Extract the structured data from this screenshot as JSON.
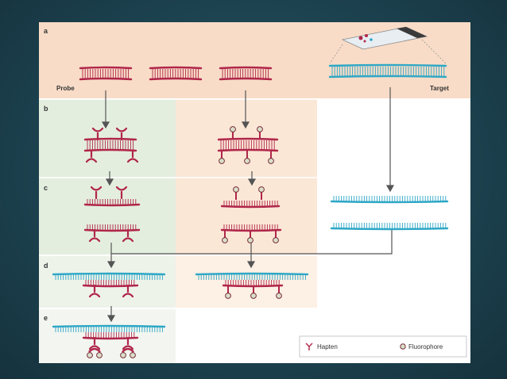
{
  "figure": {
    "panels": [
      {
        "id": "a",
        "label": "a"
      },
      {
        "id": "b",
        "label": "b"
      },
      {
        "id": "c",
        "label": "c"
      },
      {
        "id": "d",
        "label": "d"
      },
      {
        "id": "e",
        "label": "e"
      }
    ],
    "labels": {
      "probe": "Probe",
      "target": "Target"
    },
    "legend": {
      "hapten": "Hapten",
      "fluorophore": "Fluorophore"
    },
    "colors": {
      "background": "#1d4350",
      "panel_a": "#f8dcc7",
      "hapten_column": "#e4eedf",
      "fluoro_column": "#fbe7d6",
      "probe_strand": "#b0264a",
      "target_strand": "#2fa7c6",
      "slide": "#3a3a3a",
      "fluorophore_fill": "#d8e0c8"
    }
  }
}
